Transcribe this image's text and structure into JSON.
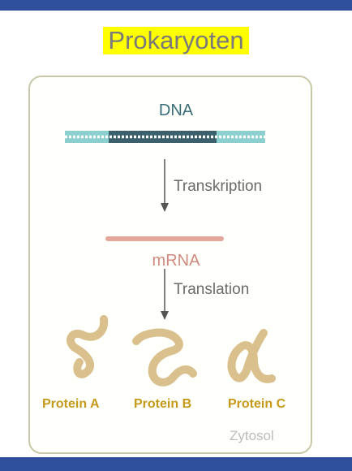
{
  "title": "Prokaryoten",
  "labels": {
    "dna": "DNA",
    "mrna": "mRNA",
    "transcription": "Transkription",
    "translation": "Translation",
    "cytosol": "Zytosol"
  },
  "proteins": [
    "Protein A",
    "Protein B",
    "Protein C"
  ],
  "colors": {
    "banner": "#2e4f9b",
    "highlight": "#ffff00",
    "dna_light": "#8ccfcf",
    "dna_dark": "#3b5f6b",
    "mrna": "#e3a79c",
    "protein": "#d9c08c",
    "protein_text": "#c59a1b",
    "cell_border": "#c9c8a8"
  }
}
